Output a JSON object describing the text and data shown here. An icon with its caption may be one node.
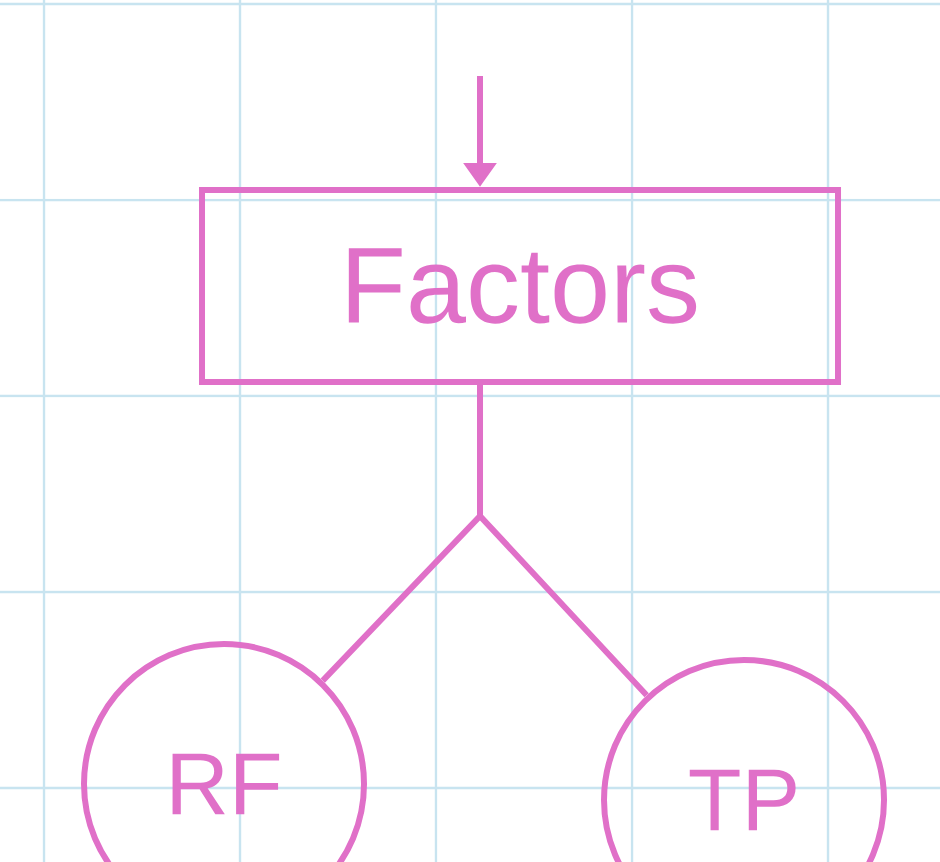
{
  "diagram": {
    "nodes": [
      {
        "text": [
          "Factors"
        ]
      },
      {
        "text": [
          "RF"
        ]
      },
      {
        "text": [
          "TP"
        ]
      }
    ],
    "edges": [
      {
        "from": null,
        "to": 0,
        "arrow": "to"
      },
      {
        "from": 0,
        "to": 1,
        "arrow": "none"
      },
      {
        "from": 0,
        "to": 2,
        "arrow": "none"
      }
    ]
  }
}
